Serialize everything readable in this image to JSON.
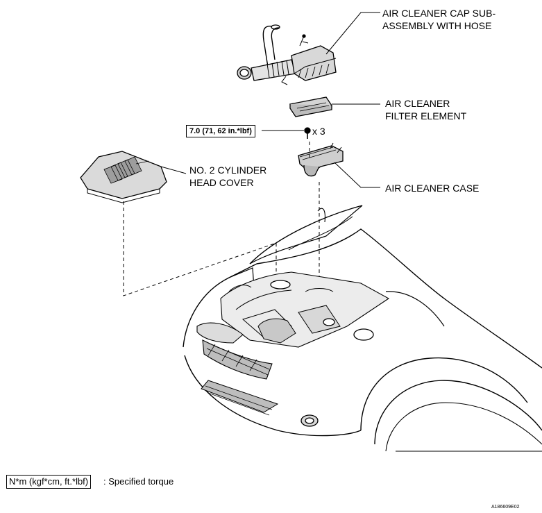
{
  "labels": {
    "cap_line1": "AIR CLEANER CAP SUB-",
    "cap_line2": "ASSEMBLY WITH HOSE",
    "filter_line1": "AIR CLEANER",
    "filter_line2": "FILTER ELEMENT",
    "cover_line1": "NO. 2 CYLINDER",
    "cover_line2": "HEAD COVER",
    "case": "AIR CLEANER CASE"
  },
  "torque": {
    "value": "7.0 (71, 62 in.*lbf)",
    "quantity": "x 3"
  },
  "legend": {
    "units": "N*m (kgf*cm, ft.*lbf)",
    "description": ": Specified torque"
  },
  "figure_code": "A186609E02"
}
